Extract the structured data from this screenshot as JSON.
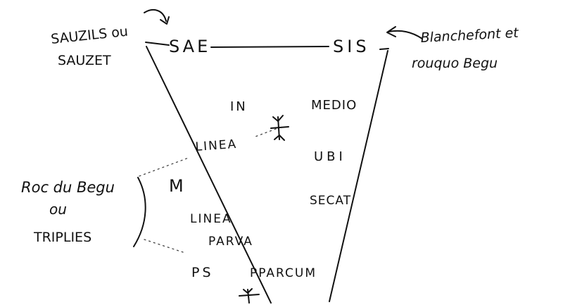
{
  "labels": {
    "sauzils_line1": "SAUZILS ou",
    "sauzils_line2": "SAUZET",
    "sae": "SAE",
    "sis": "SIS",
    "blanchefont_line1": "Blanchefont et",
    "blanchefont_line2": "rouquo Begu",
    "in": "IN",
    "medio": "MEDIO",
    "linea": "LINEA",
    "ubi": "UBI",
    "secat": "SECAT",
    "roc_line1": "Roc du Begu",
    "roc_line2": "ou",
    "roc_line3": "TRIPLIES",
    "m": "M",
    "linea2": "LINEA",
    "parva": "PARVA",
    "ps": "PS",
    "pparcum": "PPARCUM"
  },
  "colors": {
    "ink": "#111111",
    "paper": "#ffffff"
  },
  "icons": {
    "cross_upper": "cross-icon",
    "cross_lower": "cross-icon"
  }
}
